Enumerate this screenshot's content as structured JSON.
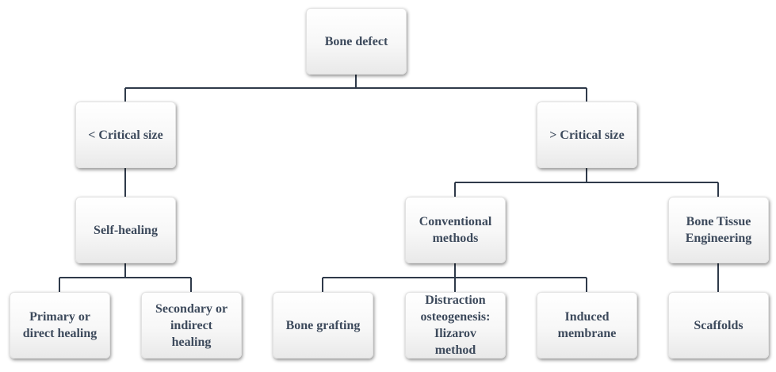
{
  "nodes": {
    "bone_defect": "Bone defect",
    "lt_critical": "< Critical size",
    "gt_critical": "> Critical size",
    "self_healing": "Self-healing",
    "conventional": "Conventional\nmethods",
    "bte": "Bone Tissue\nEngineering",
    "primary": "Primary or\ndirect healing",
    "secondary": "Secondary or\nindirect\nhealing",
    "grafting": "Bone grafting",
    "distraction": "Distraction\nosteogenesis:\nIlizarov\nmethod",
    "induced": "Induced\nmembrane",
    "scaffolds": "Scaffolds"
  },
  "colors": {
    "text": "#3d4a5c",
    "connector": "#2f3a4a"
  }
}
